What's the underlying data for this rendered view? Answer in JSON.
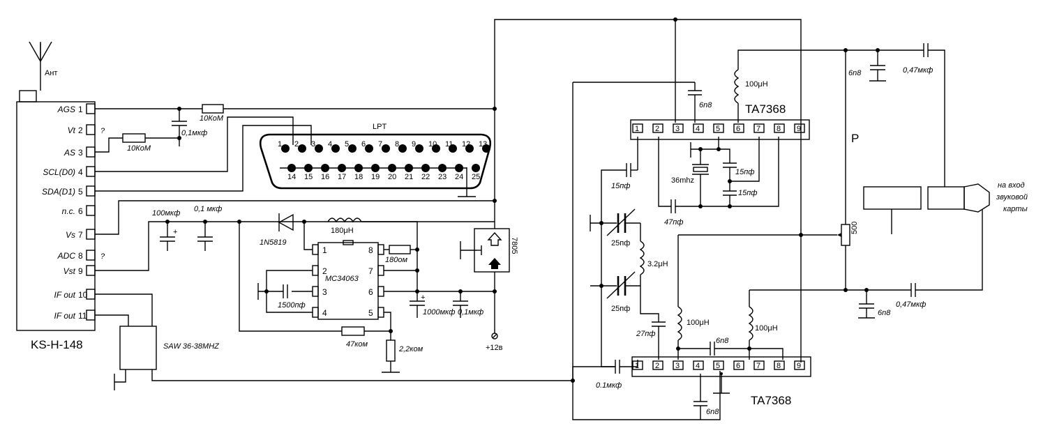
{
  "module": {
    "name": "KS-H-148",
    "antenna": "Ант",
    "pins": [
      {
        "label": "AGS",
        "num": "1",
        "note": ""
      },
      {
        "label": "Vt",
        "num": "2",
        "note": "?"
      },
      {
        "label": "AS",
        "num": "3",
        "note": ""
      },
      {
        "label": "SCL(D0)",
        "num": "4",
        "note": ""
      },
      {
        "label": "SDA(D1)",
        "num": "5",
        "note": ""
      },
      {
        "label": "n.c.",
        "num": "6",
        "note": ""
      },
      {
        "label": "Vs",
        "num": "7",
        "note": ""
      },
      {
        "label": "ADC",
        "num": "8",
        "note": "?"
      },
      {
        "label": "Vst",
        "num": "9",
        "note": ""
      },
      {
        "label": "IF out",
        "num": "10",
        "note": ""
      },
      {
        "label": "IF out",
        "num": "11",
        "note": ""
      }
    ]
  },
  "lpt": {
    "title": "LPT",
    "top_pins": [
      "1",
      "2",
      "3",
      "4",
      "5",
      "6",
      "7",
      "8",
      "9",
      "10",
      "11",
      "12",
      "13"
    ],
    "bottom_pins": [
      "14",
      "15",
      "16",
      "17",
      "18",
      "19",
      "20",
      "21",
      "22",
      "23",
      "24",
      "25"
    ]
  },
  "labels": {
    "r_ags": "10КоМ",
    "c_ags": "0,1мкф",
    "r_as": "10КоМ",
    "c100": "100мкф",
    "c01": "0,1 мкф",
    "diode": "1N5819",
    "inductor": "180μH",
    "ic": "MC34063",
    "r180": "180ом",
    "c1500": "1500пф",
    "c1000": "1000мкф",
    "c01b": "0,1мкф",
    "r47": "47ком",
    "r22": "2,2ком",
    "reg": "7805",
    "supply": "+12в",
    "saw": "SAW 36-38MHZ",
    "c15a": "15пф",
    "c25a": "25пф",
    "l32": "3.2μH",
    "c25b": "25пф",
    "c27": "27пф",
    "c01c": "0.1мкф",
    "c6n8_top": "6n8",
    "l100_top": "100μH",
    "xtal": "36mhz",
    "c15b": "15пф",
    "c15c": "15пф",
    "c47": "47пф",
    "l100_a": "100μH",
    "l100_b": "100μH",
    "c6n8_mid": "6n8",
    "c6n8_bot": "6n8",
    "c6n8_right": "6n8",
    "c047_top": "0,47мкф",
    "c6n8_right2": "6n8",
    "c047_bot": "0,47мкф",
    "pot": "500",
    "p_label": "P",
    "sound_1": "на вход",
    "sound_2": "звуковой",
    "sound_3": "карты",
    "chip_top": "TA7368",
    "chip_bot": "TA7368"
  },
  "ta_pins": [
    "1",
    "2",
    "3",
    "4",
    "5",
    "6",
    "7",
    "8",
    "9"
  ],
  "ic_pins_left": [
    "1",
    "2",
    "3",
    "4"
  ],
  "ic_pins_right": [
    "8",
    "7",
    "6",
    "5"
  ]
}
